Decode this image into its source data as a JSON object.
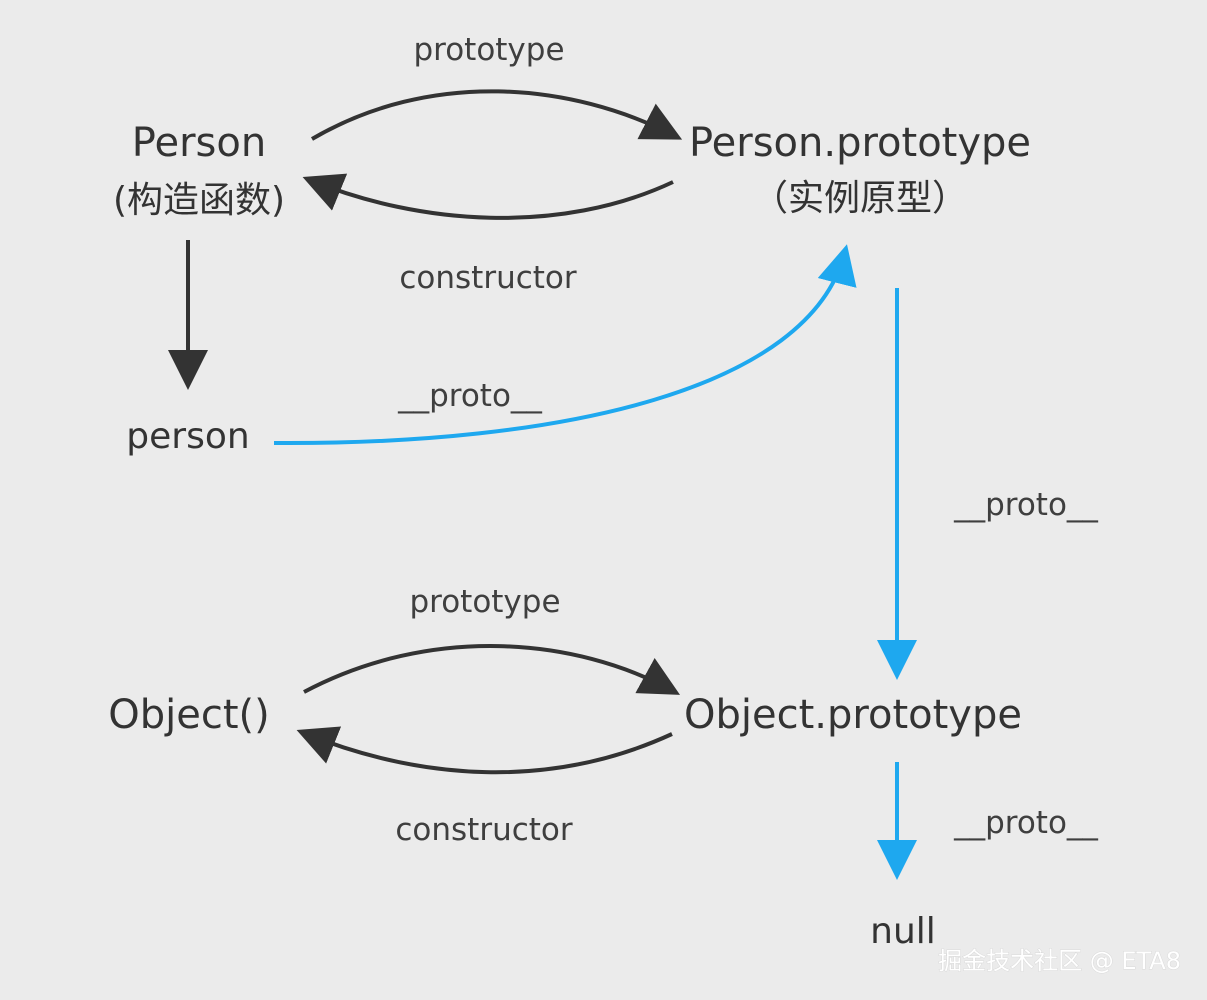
{
  "nodes": {
    "person_constructor": {
      "title": "Person",
      "subtitle": "(构造函数)"
    },
    "person_prototype": {
      "title": "Person.prototype",
      "subtitle": "（实例原型）"
    },
    "person_instance": {
      "title": "person"
    },
    "object_constructor": {
      "title": "Object()"
    },
    "object_prototype": {
      "title": "Object.prototype"
    },
    "null_node": {
      "title": "null"
    }
  },
  "edges": {
    "person_prototype_label": "prototype",
    "person_constructor_label": "constructor",
    "person_proto_label": "__proto__",
    "person_prototype_proto_label": "__proto__",
    "object_prototype_label": "prototype",
    "object_constructor_label": "constructor",
    "object_prototype_proto_label": "__proto__"
  },
  "watermark": "掘金技术社区 @ ETA8",
  "colors": {
    "background": "#ebebeb",
    "dark_arrow": "#333333",
    "blue_arrow": "#1ea8ef",
    "text": "#333333",
    "watermark": "#ffffff"
  }
}
